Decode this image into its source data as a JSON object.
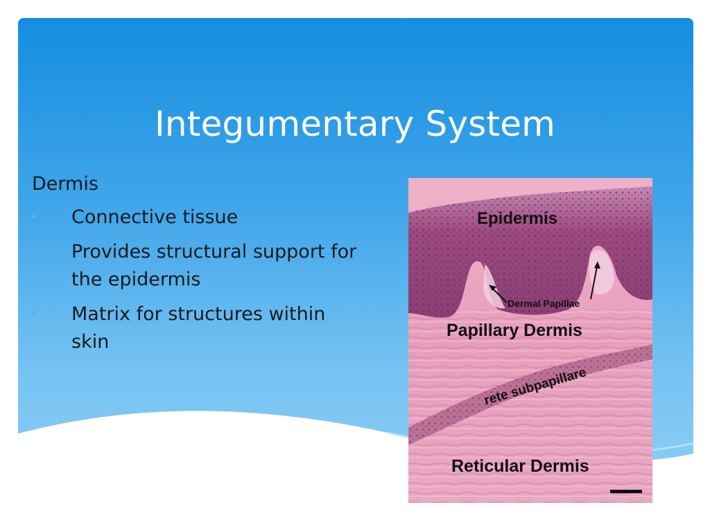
{
  "slide": {
    "title": "Integumentary System",
    "heading": "Dermis",
    "bullets": [
      "Connective tissue",
      "Provides structural support for the epidermis",
      "Matrix for structures within skin"
    ]
  },
  "figure": {
    "labels": {
      "epidermis": "Epidermis",
      "dermal_papillae": "Dermal Papillae",
      "papillary_dermis": "Papillary Dermis",
      "rete": "rete subpapillare",
      "reticular_dermis": "Reticular Dermis"
    }
  },
  "colors": {
    "background_top": "#148ee0",
    "background_bottom": "#92d1f6",
    "title_text": "#ffffff",
    "body_text": "#1a1a1a",
    "bullet": "#5fb0e8",
    "epidermis_tissue": "#a64e87",
    "dermis_tissue": "#e8a5c0"
  }
}
